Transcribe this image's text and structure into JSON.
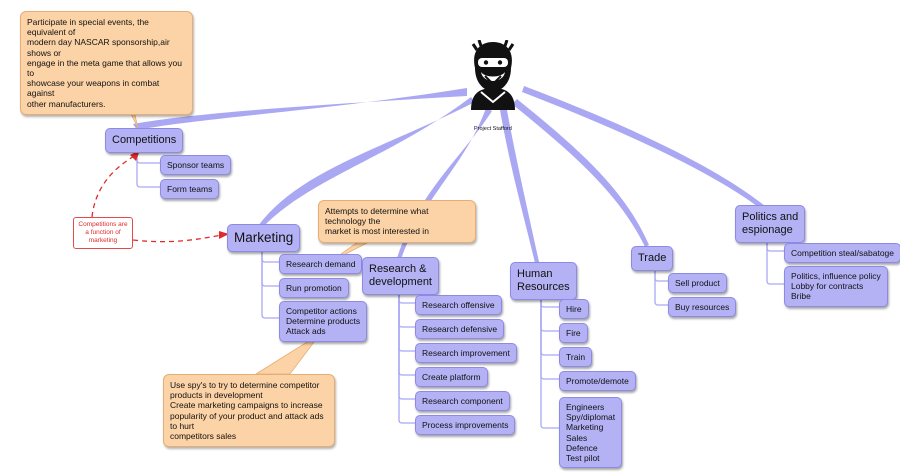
{
  "root": {
    "label": "Project Stafford",
    "icon": "masked-face-icon"
  },
  "branches": {
    "competitions": {
      "label": "Competitions",
      "children": [
        "Sponsor teams",
        "Form teams"
      ],
      "callout": "Participate in special events, the equivalent of\nmodern day NASCAR sponsorship,air shows or\nengage in the meta game that allows you to\nshowcase your weapons in combat against\nother manufacturers."
    },
    "marketing": {
      "label": "Marketing",
      "children": [
        "Research demand",
        "Run promotion",
        "Competitor actions\nDetermine products\nAttack ads"
      ],
      "callout": "Use spy's to try to determine competitor\nproducts in development\nCreate marketing campaigns to increase\npopularity of your product and attack ads to hurt\ncompetitors sales"
    },
    "research": {
      "label": "Research &\ndevelopment",
      "children": [
        "Research offensive",
        "Research defensive",
        "Research improvement",
        "Create platform",
        "Research component",
        "Process improvements"
      ],
      "callout": "Attempts to determine what technology the\nmarket is most interested in"
    },
    "hr": {
      "label": "Human\nResources",
      "children": [
        "Hire",
        "Fire",
        "Train",
        "Promote/demote",
        "Engineers\nSpy/diplomat\nMarketing\nSales\nDefence\nTest pilot"
      ]
    },
    "trade": {
      "label": "Trade",
      "children": [
        "Sell product",
        "Buy resources"
      ]
    },
    "politics": {
      "label": "Politics and\nespionage",
      "children": [
        "Competition steal/sabatoge",
        "Politics, influence policy\nLobby for contracts\nBribe"
      ]
    }
  },
  "relation_note": "Competitions are\na function of\nmarketing",
  "colors": {
    "node_fill": "#b4b2f5",
    "node_border": "#8d8ae6",
    "link": "#aaa8f3",
    "callout_fill": "#fcd3a6",
    "relation": "#e02b2b"
  }
}
